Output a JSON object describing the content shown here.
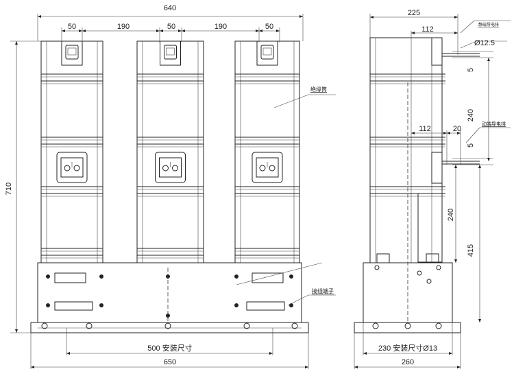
{
  "front_view": {
    "dims": {
      "total_top": "640",
      "pole_w1": "50",
      "gap1": "190",
      "pole_w2": "50",
      "gap2": "190",
      "pole_w3": "50",
      "height": "710",
      "mount": "500 安装尺寸",
      "total_bottom": "650"
    },
    "labels": {
      "insulating_tube": "绝缘筒",
      "terminal": "接线端子"
    }
  },
  "side_view": {
    "dims": {
      "depth": "225",
      "top_offset": "112",
      "diameter": "Ø12.5",
      "gap_top": "5",
      "mid": "240",
      "lower_offset": "112",
      "bar_w": "20",
      "gap_low": "5",
      "lower_240": "240",
      "base_h": "415",
      "mount": "230 安装尺寸Ø13",
      "total": "260"
    },
    "labels": {
      "static_bar": "静端导电排",
      "moving_bar": "动端导电排"
    }
  }
}
